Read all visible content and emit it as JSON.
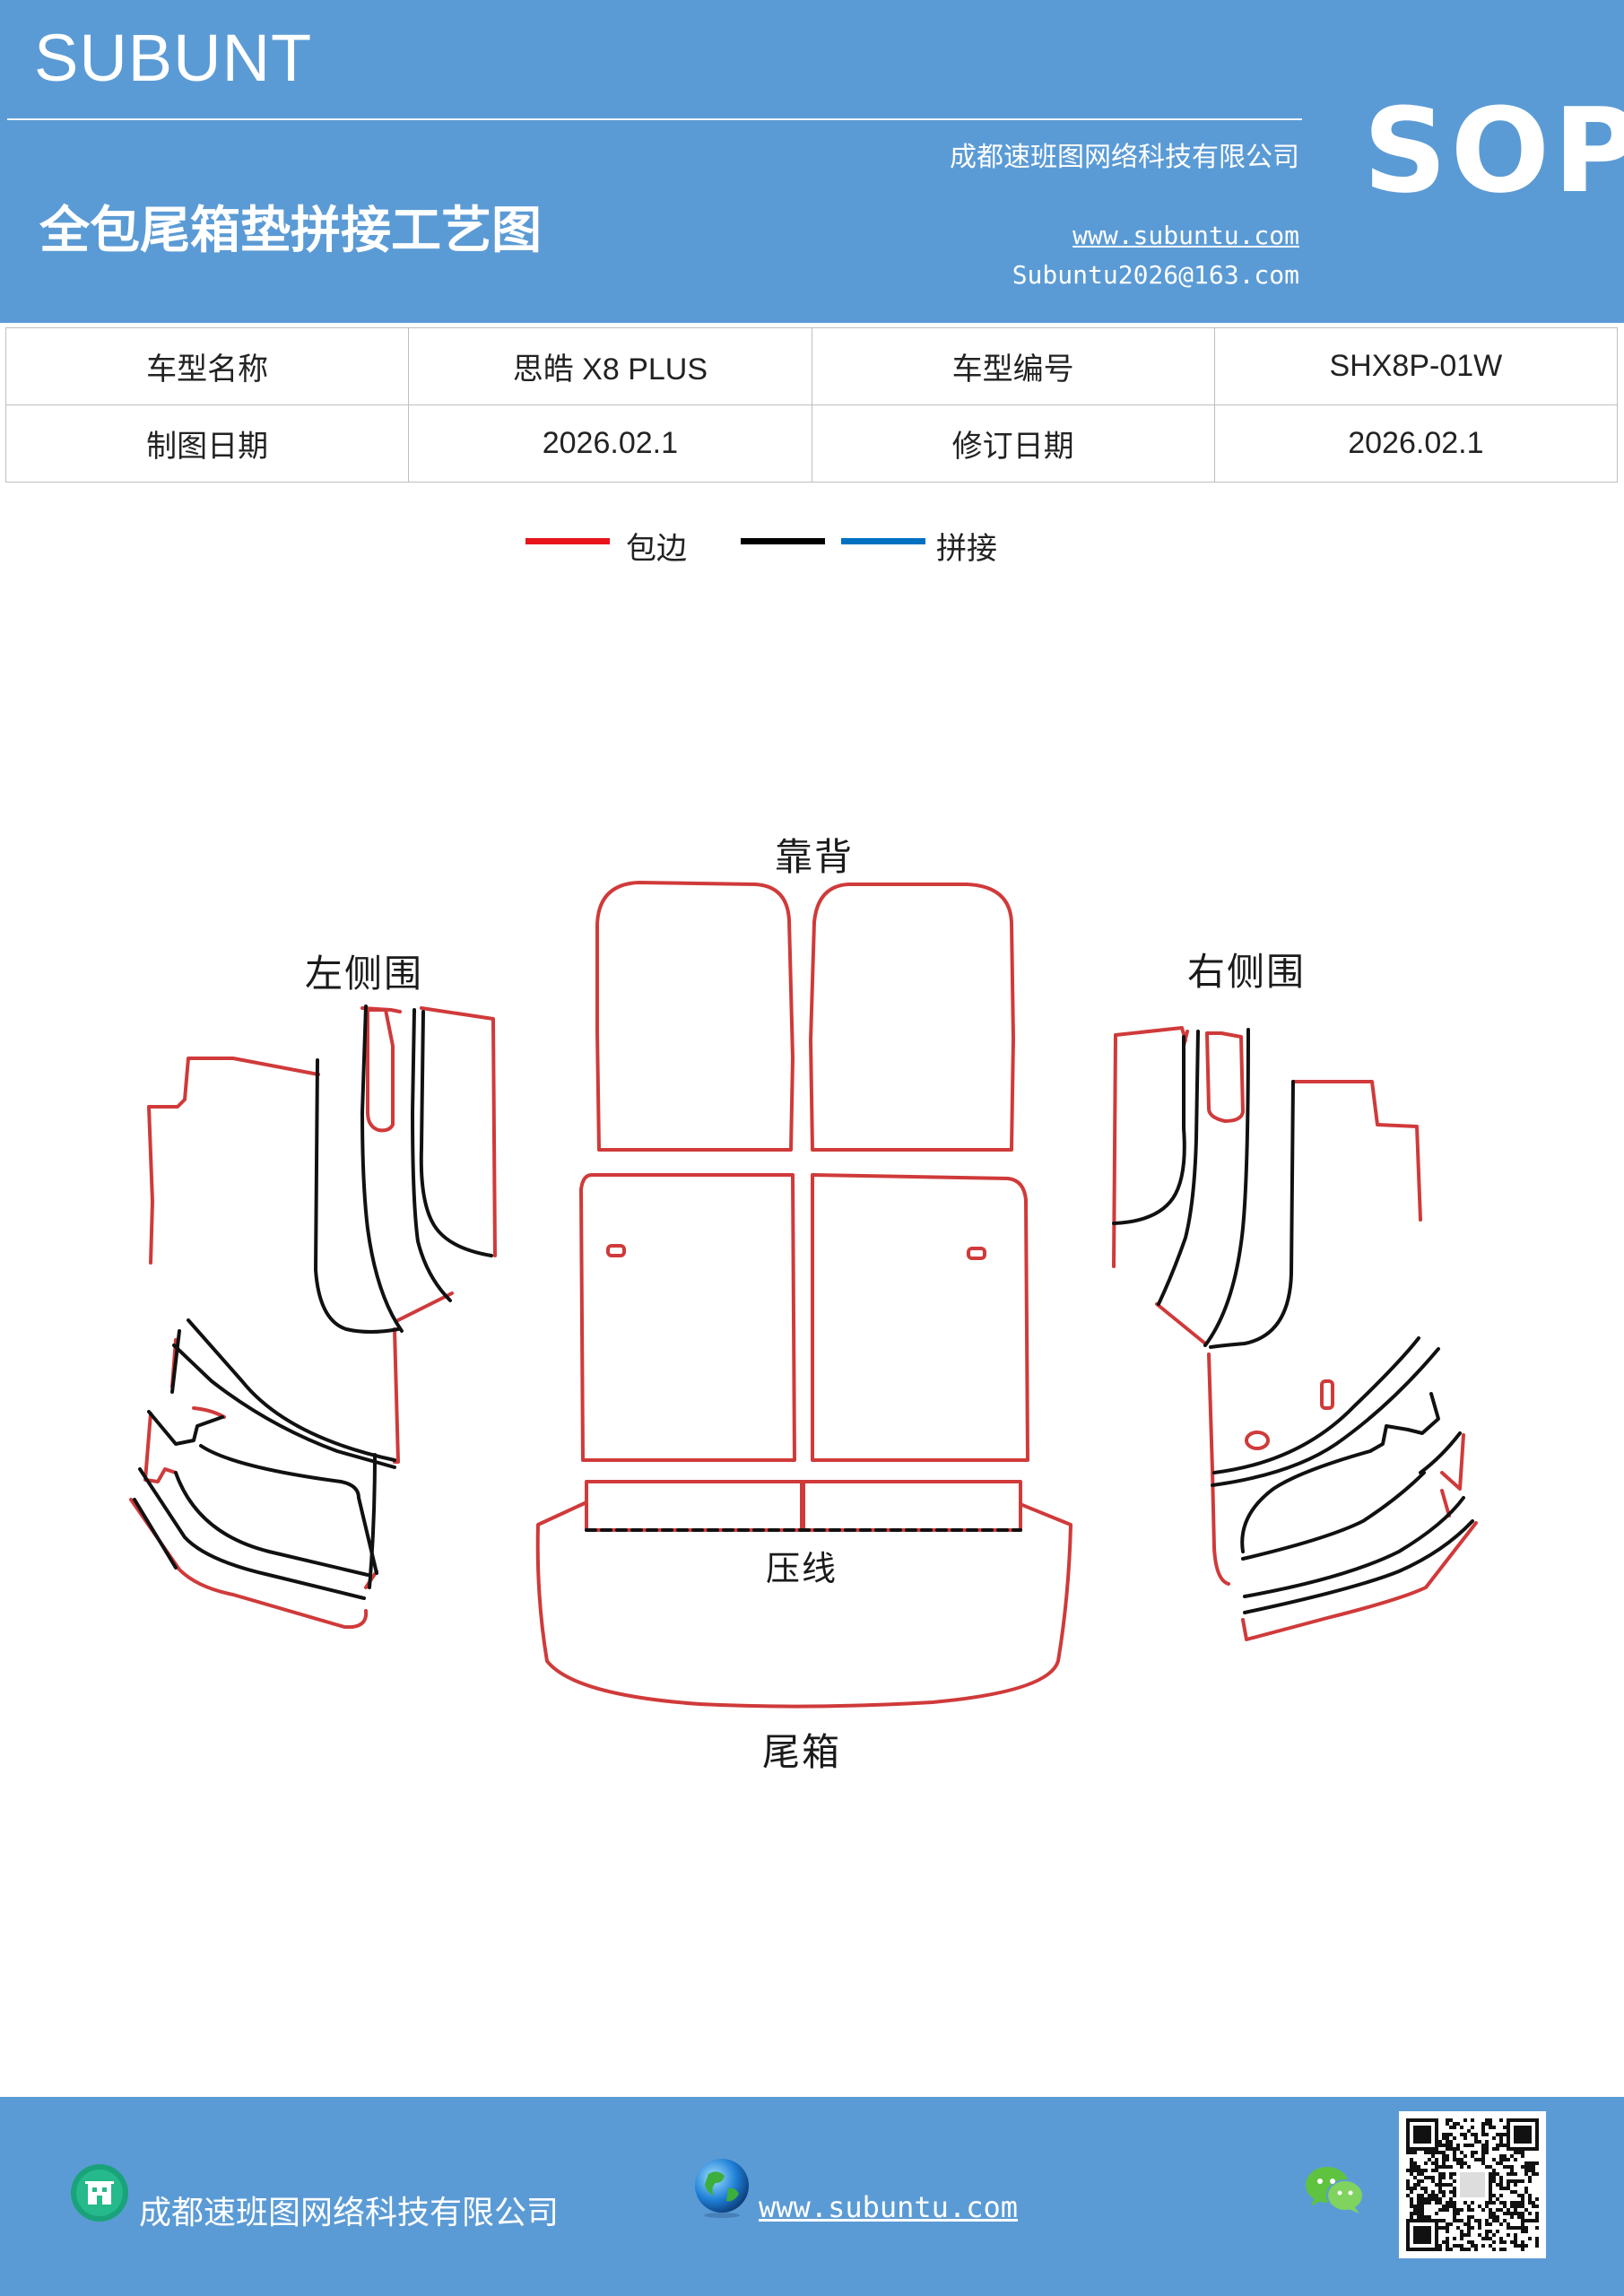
{
  "header": {
    "brand": "SUBUNT",
    "title": "全包尾箱垫拼接工艺图",
    "company": "成都速班图网络科技有限公司",
    "website": "www.subuntu.com",
    "email": "Subuntu2026@163.com",
    "sop": "SOP"
  },
  "info": {
    "row1": [
      "车型名称",
      "思皓 X8  PLUS",
      "车型编号",
      "SHX8P-01W"
    ],
    "row2": [
      "制图日期",
      "2026.02.1",
      "修订日期",
      "2026.02.1"
    ]
  },
  "legend": {
    "items": [
      {
        "label": "包边",
        "color": "#e8141c"
      },
      {
        "label": "",
        "color": "#000000"
      },
      {
        "label": "拼接",
        "color": "#0070c0"
      }
    ]
  },
  "diagram": {
    "labels": {
      "backrest": "靠背",
      "left_side": "左侧围",
      "right_side": "右侧围",
      "press_line": "压线",
      "trunk": "尾箱"
    },
    "colors": {
      "edge": "#d03a3a",
      "seam": "#111111"
    }
  },
  "footer": {
    "company": "成都速班图网络科技有限公司",
    "website": "www.subuntu.com ",
    "icons": [
      "building-icon",
      "globe-icon",
      "wechat-icon",
      "qr-code"
    ]
  }
}
